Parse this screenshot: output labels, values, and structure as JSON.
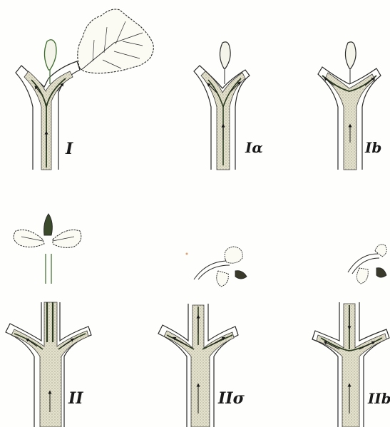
{
  "figures": [
    {
      "id": "I",
      "label": "I"
    },
    {
      "id": "Ia",
      "label": "Iα"
    },
    {
      "id": "Ib",
      "label": "Ib"
    },
    {
      "id": "II",
      "label": "II"
    },
    {
      "id": "IIa",
      "label": "IIσ"
    },
    {
      "id": "IIb",
      "label": "IIb"
    }
  ],
  "colors": {
    "ink": "#2a2a2a",
    "stipple": "#d8d6bf",
    "stipple_dark": "#4a4a3a",
    "paper": "#fefefc",
    "leaf_tint": "#6a8a3a"
  }
}
